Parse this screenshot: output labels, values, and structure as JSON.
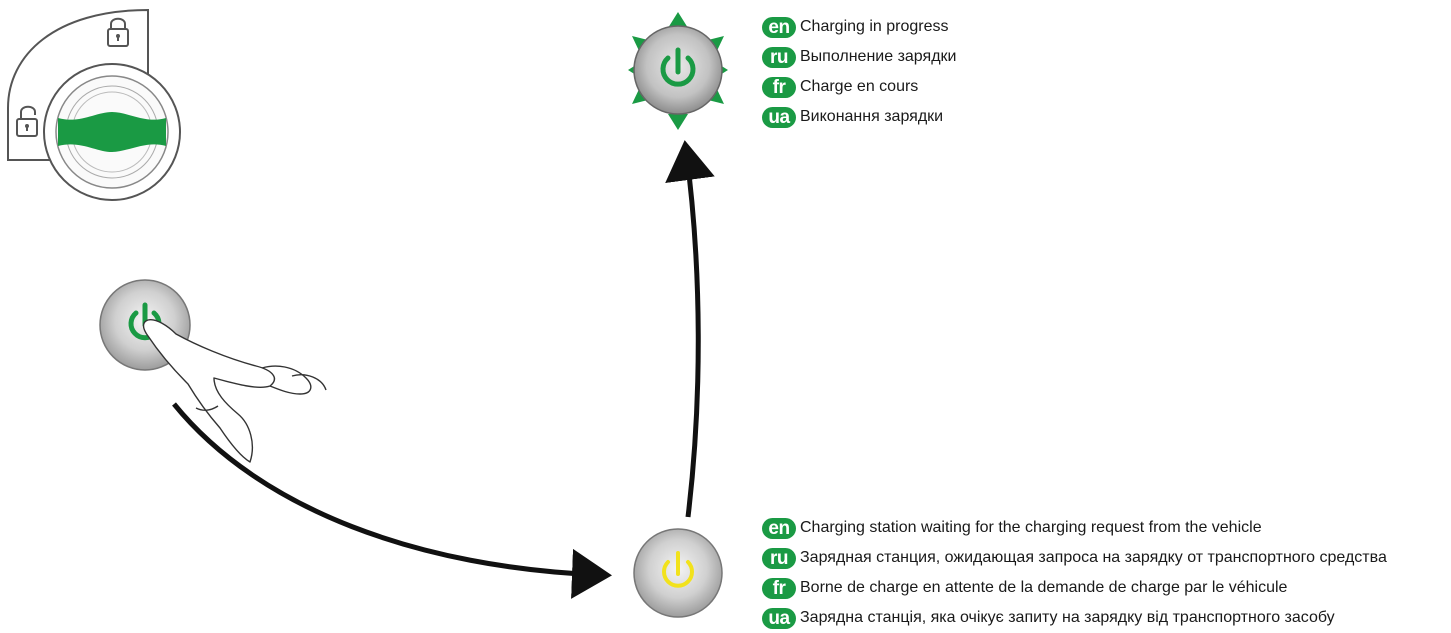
{
  "colors": {
    "green": "#1a9a44",
    "yellow": "#f2e21c",
    "button_gray": "#bdbdbd",
    "arrow": "#111111"
  },
  "icons": [
    "unlock-icon",
    "lock-icon",
    "power-icon",
    "hand-icon"
  ],
  "legend_charging": [
    {
      "lang": "en",
      "text": "Charging in progress"
    },
    {
      "lang": "ru",
      "text": "Выполнение зарядки"
    },
    {
      "lang": "fr",
      "text": "Charge en cours"
    },
    {
      "lang": "ua",
      "text": "Виконання зарядки"
    }
  ],
  "legend_waiting": [
    {
      "lang": "en",
      "text": "Charging station waiting for the charging request from the vehicle"
    },
    {
      "lang": "ru",
      "text": "Зарядная станция, ожидающая запроса на зарядку от транспортного средства"
    },
    {
      "lang": "fr",
      "text": "Borne de charge en attente de la demande de charge par le véhicule"
    },
    {
      "lang": "ua",
      "text": "Зарядна станція, яка очікує запиту на зарядку від транспортного засобу"
    }
  ]
}
